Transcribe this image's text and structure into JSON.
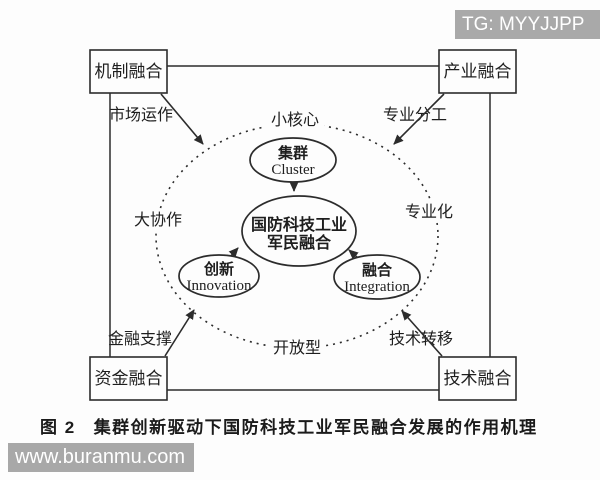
{
  "watermarks": {
    "tg_badge": "TG: MYYJJPP",
    "site": "www.buranmu.com"
  },
  "caption": {
    "prefix": "图 2",
    "title": "集群创新驱动下国防科技工业军民融合发展的作用机理"
  },
  "diagram": {
    "corner_boxes": {
      "top_left": "机制融合",
      "top_right": "产业融合",
      "bottom_left": "资金融合",
      "bottom_right": "技术融合"
    },
    "ring_labels": {
      "market_operation": "市场运作",
      "small_core": "小核心",
      "professional_division": "专业分工",
      "great_collaboration": "大协作",
      "specialization": "专业化",
      "financial_support": "金融支撑",
      "open_type": "开放型",
      "technology_transfer": "技术转移"
    },
    "ellipses": {
      "cluster": {
        "zh": "集群",
        "en": "Cluster"
      },
      "center": {
        "line1": "国防科技工业",
        "line2": "军民融合"
      },
      "innovation": {
        "zh": "创新",
        "en": "Innovation"
      },
      "integration": {
        "zh": "融合",
        "en": "Integration"
      }
    },
    "colors": {
      "line": "#2c2c2c",
      "text": "#1e1e1e",
      "watermark_bg": "#a9a9a9",
      "watermark_text": "#ffffff",
      "background": "#fdfdfd"
    }
  }
}
